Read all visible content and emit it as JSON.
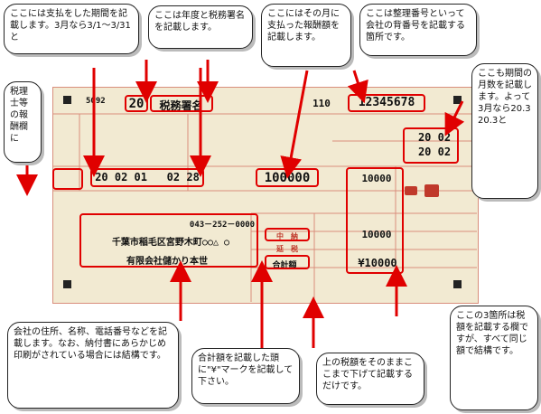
{
  "form": {
    "code_prefix": "5092",
    "year": "20",
    "tax_office": "税務署名",
    "office_no": "110",
    "reference_no": "12345678",
    "period_dates": "20 02 01   02 28",
    "fee_amount": "100000",
    "period_right_1": "20 02",
    "period_right_2": "20 02",
    "row_amount_1": "10000",
    "row_amount_2": "10000",
    "total_amount": "¥10000",
    "phone": "043－252－0000",
    "address": "千葉市稲毛区宮野木町○○△ ○",
    "company": "有限会社儲かり本世",
    "label_naka": "中　納",
    "label_kei": "延　税",
    "label_total": "合計額"
  },
  "notes": {
    "period": "ここには支払をした期間を記載します。3月なら3/1〜3/31と",
    "year_office": "ここは年度と税務署名を記載します。",
    "fee": "ここにはその月に支払った報酬額を記載します。",
    "ref": "ここは整理番号といって会社の背番号を記載する箇所です。",
    "right_period": "ここも期間の月数を記載します。よって3月なら20.3 20.3と",
    "tax_accountant": "税理士等の報酬欄に",
    "address": "会社の住所、名称、電話番号などを記載します。なお、納付書にあらかじめ印刷がされている場合には結構です。",
    "total": "合計額を記載した頭に\"¥\"マークを記載して下さい。",
    "tax_copy": "上の税額をそのままここまで下げて記載するだけです。",
    "three_places": "ここの3箇所は税額を記載する欄ですが、すべて同じ額で結構です。"
  },
  "colors": {
    "accent": "#e00000",
    "form_bg": "#f2ead2",
    "form_line": "#d98e7c"
  }
}
